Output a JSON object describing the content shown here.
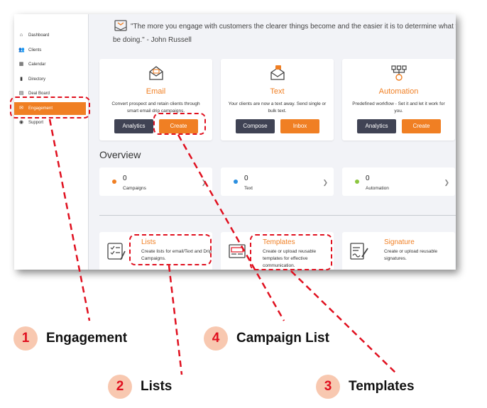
{
  "sidebar": {
    "items": [
      {
        "label": "Dashboard",
        "icon": "home-icon",
        "glyph": "⌂"
      },
      {
        "label": "Clients",
        "icon": "users-icon",
        "glyph": "👥"
      },
      {
        "label": "Calendar",
        "icon": "calendar-icon",
        "glyph": "▦"
      },
      {
        "label": "Directory",
        "icon": "book-icon",
        "glyph": "▮"
      },
      {
        "label": "Deal Board",
        "icon": "board-icon",
        "glyph": "▤"
      },
      {
        "label": "Engagement",
        "icon": "mail-icon",
        "glyph": "✉",
        "active": true
      },
      {
        "label": "Support",
        "icon": "support-icon",
        "glyph": "◉"
      }
    ]
  },
  "quote": {
    "line1": "\"The more you engage with customers the clearer things become and the easier it is to determine what you should",
    "line2": "be doing.\" - John Russell"
  },
  "cards": {
    "email": {
      "title": "Email",
      "desc": "Convert prospect and retain clients through smart email drip campaigns.",
      "btn1": "Analytics",
      "btn2": "Create"
    },
    "text": {
      "title": "Text",
      "desc": "Your clients are now a text away. Send single or bulk text.",
      "btn1": "Compose",
      "btn2": "Inbox"
    },
    "automation": {
      "title": "Automation",
      "desc": "Predefined workflow - Set it and let it work for you.",
      "btn1": "Analytics",
      "btn2": "Create"
    }
  },
  "overview": {
    "title": "Overview",
    "items": [
      {
        "count": "0",
        "label": "Campaigns",
        "color": "#f07f23"
      },
      {
        "count": "0",
        "label": "Text",
        "color": "#2b8fe0"
      },
      {
        "count": "0",
        "label": "Automation",
        "color": "#8cc63f"
      }
    ]
  },
  "tools": {
    "lists": {
      "title": "Lists",
      "desc": "Create lists for email/Text and Drip Campaigns."
    },
    "templates": {
      "title": "Templates",
      "desc": "Create or upload reusable templates for effective communication."
    },
    "signature": {
      "title": "Signature",
      "desc": "Create or upload reusable signatures."
    }
  },
  "callouts": [
    {
      "num": "1",
      "label": "Engagement"
    },
    {
      "num": "2",
      "label": "Lists"
    },
    {
      "num": "3",
      "label": "Templates"
    },
    {
      "num": "4",
      "label": "Campaign List"
    }
  ],
  "colors": {
    "accent": "#f07f23",
    "annotation": "#e0101f",
    "badge_bg": "#f8c8b0"
  }
}
